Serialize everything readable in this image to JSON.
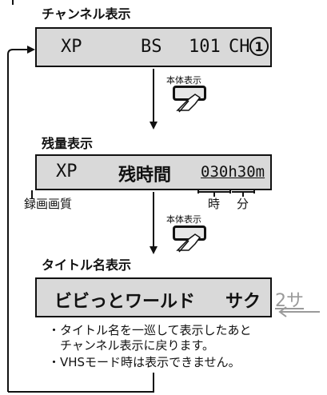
{
  "channel_section": {
    "heading": "チャンネル表示",
    "display": {
      "mode": "XP",
      "band": "BS",
      "number": "101",
      "ch": "CH",
      "ch_circle": "1"
    }
  },
  "button_label_1": "本体表示",
  "remaining_section": {
    "heading": "残量表示",
    "display": {
      "mode": "XP",
      "label": "残時間",
      "time": "030h30m"
    },
    "labels": {
      "quality": "録画画質",
      "hours": "時",
      "minutes": "分"
    }
  },
  "button_label_2": "本体表示",
  "title_section": {
    "heading": "タイトル名表示",
    "display": {
      "title": "ビビっとワールド",
      "scroll": "サク",
      "scroll_faded": "2サ"
    }
  },
  "notes": [
    "・タイトル名を一巡して表示したあと",
    "　チャンネル表示に戻ります。",
    "・VHSモード時は表示できません。"
  ]
}
